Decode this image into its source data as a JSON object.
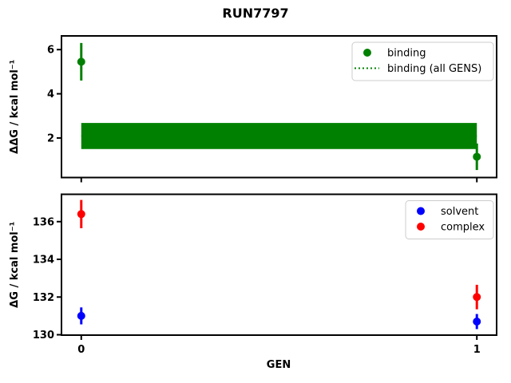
{
  "figure": {
    "suptitle": "RUN7797",
    "background_color": "#ffffff",
    "axes_edge_color": "#000000"
  },
  "chart_data": [
    {
      "type": "scatter",
      "subplot": "top",
      "ylabel": "ΔΔG / kcal mol⁻¹",
      "xlabel": "",
      "xlim": [
        -0.05,
        1.05
      ],
      "ylim": [
        0.21,
        6.62
      ],
      "ytick_values": [
        2,
        4,
        6
      ],
      "xtick_values": [
        0,
        1
      ],
      "xtick_labels_visible": false,
      "grid": false,
      "legend_position": "upper right",
      "series": [
        {
          "name": "binding",
          "legend_label": "binding",
          "marker": "circle",
          "color": "#008000",
          "x": [
            0,
            1
          ],
          "y": [
            5.45,
            1.15
          ],
          "yerr": [
            0.85,
            0.6
          ]
        }
      ],
      "band": {
        "name": "binding-all-gens",
        "legend_label": "binding (all GENS)",
        "color": "#008000",
        "line_style": "dotted",
        "x_start": 0,
        "x_end": 1,
        "y_mean": 2.09,
        "y_low": 1.5,
        "y_high": 2.68
      }
    },
    {
      "type": "scatter",
      "subplot": "bottom",
      "ylabel": "ΔG / kcal mol⁻¹",
      "xlabel": "GEN",
      "xlim": [
        -0.05,
        1.05
      ],
      "ylim": [
        129.98,
        137.45
      ],
      "ytick_values": [
        130,
        132,
        134,
        136
      ],
      "xtick_values": [
        0,
        1
      ],
      "xtick_labels": [
        "0",
        "1"
      ],
      "xtick_labels_visible": true,
      "grid": false,
      "legend_position": "upper right",
      "series": [
        {
          "name": "solvent",
          "legend_label": "solvent",
          "marker": "circle",
          "color": "#0000ff",
          "x": [
            0,
            1
          ],
          "y": [
            131.0,
            130.7
          ],
          "yerr": [
            0.45,
            0.4
          ]
        },
        {
          "name": "complex",
          "legend_label": "complex",
          "marker": "circle",
          "color": "#ff0000",
          "x": [
            0,
            1
          ],
          "y": [
            136.4,
            132.0
          ],
          "yerr": [
            0.75,
            0.65
          ]
        }
      ]
    }
  ]
}
